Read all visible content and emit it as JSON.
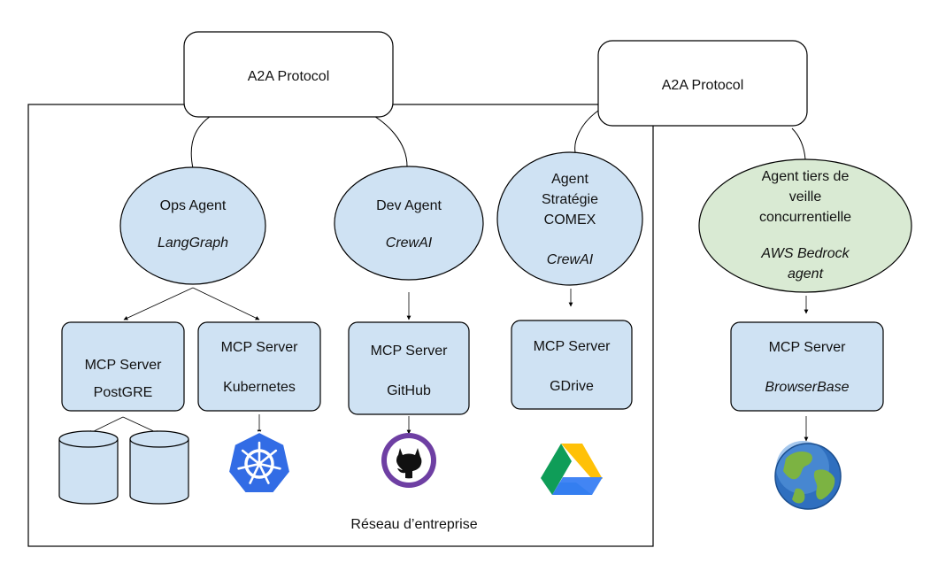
{
  "protocols": [
    {
      "id": "a2a-left",
      "label": "A2A Protocol"
    },
    {
      "id": "a2a-right",
      "label": "A2A Protocol"
    }
  ],
  "network_label": "Réseau d’entreprise",
  "agents": [
    {
      "id": "ops",
      "lines": [
        "Ops Agent"
      ],
      "framework": "LangGraph",
      "fill": "#cfe2f3"
    },
    {
      "id": "dev",
      "lines": [
        "Dev Agent"
      ],
      "framework": "CrewAI",
      "fill": "#cfe2f3"
    },
    {
      "id": "strategie",
      "lines": [
        "Agent",
        "Stratégie",
        "COMEX"
      ],
      "framework": "CrewAI",
      "fill": "#cfe2f3"
    },
    {
      "id": "veille",
      "lines": [
        "Agent tiers de",
        "veille",
        "concurrentielle"
      ],
      "framework_lines": [
        "AWS Bedrock",
        "agent"
      ],
      "fill": "#d9ead3"
    }
  ],
  "servers": [
    {
      "id": "postgre",
      "title": "MCP Server",
      "subtitle": "PostGRE",
      "italic": false
    },
    {
      "id": "kubernetes",
      "title": "MCP Server",
      "subtitle": "Kubernetes",
      "italic": false
    },
    {
      "id": "github",
      "title": "MCP Server",
      "subtitle": "GitHub",
      "italic": false
    },
    {
      "id": "gdrive",
      "title": "MCP Server",
      "subtitle": "GDrive",
      "italic": false
    },
    {
      "id": "browserbase",
      "title": "MCP Server",
      "subtitle": "BrowserBase",
      "italic": true
    }
  ],
  "colors": {
    "node_fill": "#cfe2f3",
    "third_party_fill": "#d9ead3",
    "stroke": "#000000",
    "kubernetes": "#326ce5",
    "github": "#6e3fa3",
    "globe_ocean": "#2f6fbf",
    "globe_land": "#7cb342"
  },
  "icons": [
    "database-icon",
    "database-icon",
    "kubernetes-icon",
    "github-icon",
    "google-drive-icon",
    "globe-icon"
  ]
}
